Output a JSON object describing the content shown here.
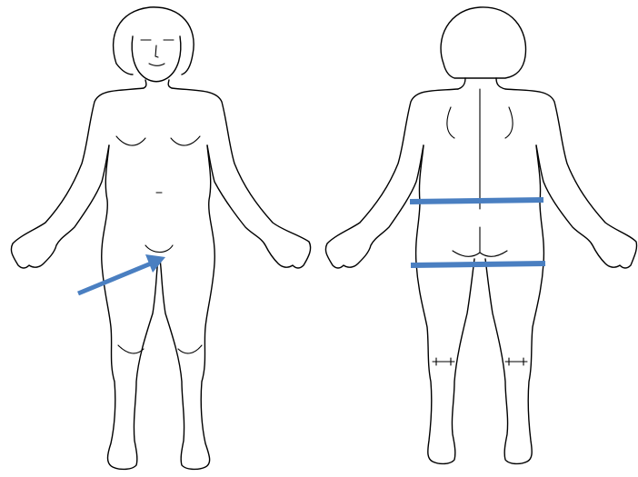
{
  "figures": [
    {
      "view": "front"
    },
    {
      "view": "back"
    }
  ],
  "annotations": {
    "color": "#4a7fc1",
    "items": [
      {
        "kind": "arrow",
        "figure": "front",
        "target": "groin"
      },
      {
        "kind": "line",
        "figure": "back",
        "target": "lower-back"
      },
      {
        "kind": "line",
        "figure": "back",
        "target": "buttocks"
      }
    ]
  }
}
